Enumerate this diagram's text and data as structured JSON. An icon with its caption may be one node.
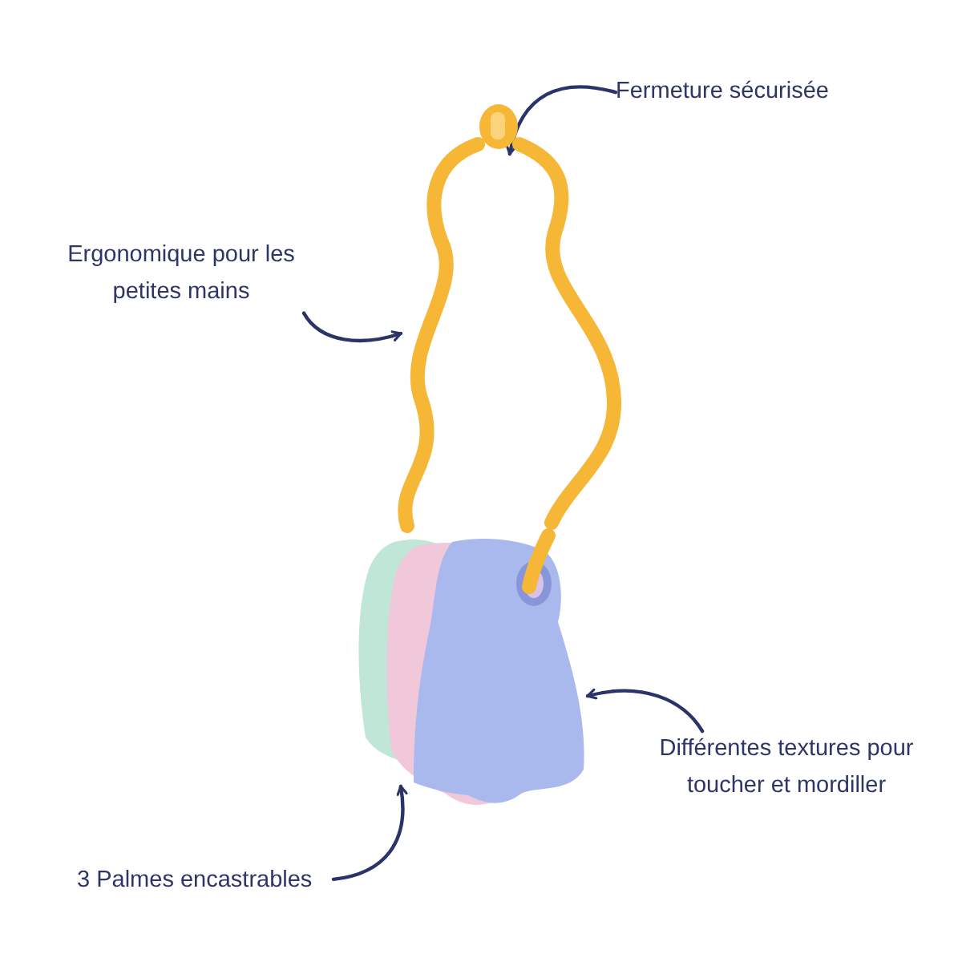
{
  "diagram": {
    "nodes": [
      {
        "text": [
          "Fermeture sécurisée"
        ]
      },
      {
        "text": [
          "Ergonomique pour les petites mains"
        ]
      },
      {
        "text": [
          "Différentes textures pour toucher et mordiller"
        ]
      },
      {
        "text": [
          "3 Palmes encastrables"
        ]
      },
      {
        "text": [],
        "shape": "picture"
      },
      {
        "text": [],
        "shape": "picture"
      },
      {
        "text": [],
        "shape": "picture"
      }
    ],
    "edges": [
      {
        "from": 0,
        "to": 4,
        "arrow": "to"
      },
      {
        "from": 1,
        "to": 5,
        "arrow": "to"
      },
      {
        "from": 2,
        "to": 6,
        "arrow": "to"
      },
      {
        "from": 3,
        "to": 6,
        "arrow": "to"
      }
    ]
  }
}
